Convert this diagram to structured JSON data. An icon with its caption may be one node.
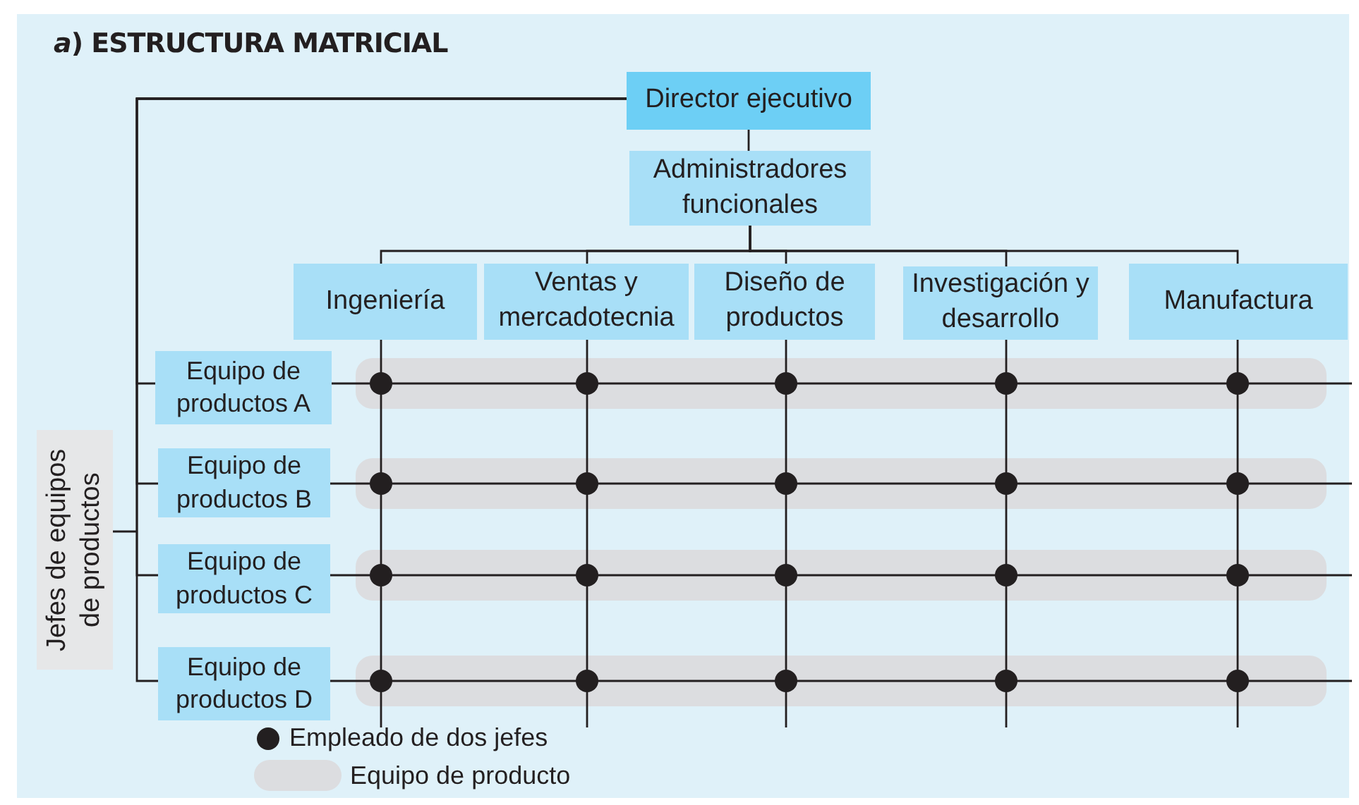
{
  "diagram": {
    "title": "*a*) ESTRUCTURA MATRICIAL",
    "nodes": [
      {
        "text": [
          "Director ejecutivo"
        ]
      },
      {
        "text": [
          "Administradores funcionales"
        ]
      },
      {
        "text": [
          "Ingeniería"
        ]
      },
      {
        "text": [
          "Ventas y mercadotecnia"
        ]
      },
      {
        "text": [
          "Diseño de productos"
        ]
      },
      {
        "text": [
          "Investigación y desarrollo"
        ]
      },
      {
        "text": [
          "Manufactura"
        ]
      },
      {
        "text": [
          "Jefes de equipos de productos"
        ]
      },
      {
        "text": [
          "Equipo de productos A"
        ]
      },
      {
        "text": [
          "Equipo de productos B"
        ]
      },
      {
        "text": [
          "Equipo de productos C"
        ]
      },
      {
        "text": [
          "Equipo de productos D"
        ]
      }
    ],
    "edges": [
      {
        "from": 0,
        "to": 1,
        "arrow": "none"
      },
      {
        "from": 1,
        "to": 2,
        "arrow": "none"
      },
      {
        "from": 1,
        "to": 3,
        "arrow": "none"
      },
      {
        "from": 1,
        "to": 4,
        "arrow": "none"
      },
      {
        "from": 1,
        "to": 5,
        "arrow": "none"
      },
      {
        "from": 1,
        "to": 6,
        "arrow": "none"
      },
      {
        "from": 0,
        "to": 8,
        "arrow": "none"
      },
      {
        "from": 0,
        "to": 9,
        "arrow": "none"
      },
      {
        "from": 0,
        "to": 10,
        "arrow": "none"
      },
      {
        "from": 0,
        "to": 11,
        "arrow": "none"
      },
      {
        "from": 7,
        "to": null,
        "arrow": "none"
      },
      {
        "from": 2,
        "to": null,
        "arrow": "none"
      },
      {
        "from": 3,
        "to": null,
        "arrow": "none"
      },
      {
        "from": 4,
        "to": null,
        "arrow": "none"
      },
      {
        "from": 5,
        "to": null,
        "arrow": "none"
      },
      {
        "from": 6,
        "to": null,
        "arrow": "none"
      },
      {
        "from": 8,
        "to": null,
        "arrow": "none"
      },
      {
        "from": 9,
        "to": null,
        "arrow": "none"
      },
      {
        "from": 10,
        "to": null,
        "arrow": "none"
      },
      {
        "from": 11,
        "to": null,
        "arrow": "none"
      }
    ],
    "legend": [
      {
        "text": "Empleado de dos jefes"
      },
      {
        "text": "Equipo de producto",
        "color": "#dcdde0"
      }
    ]
  }
}
